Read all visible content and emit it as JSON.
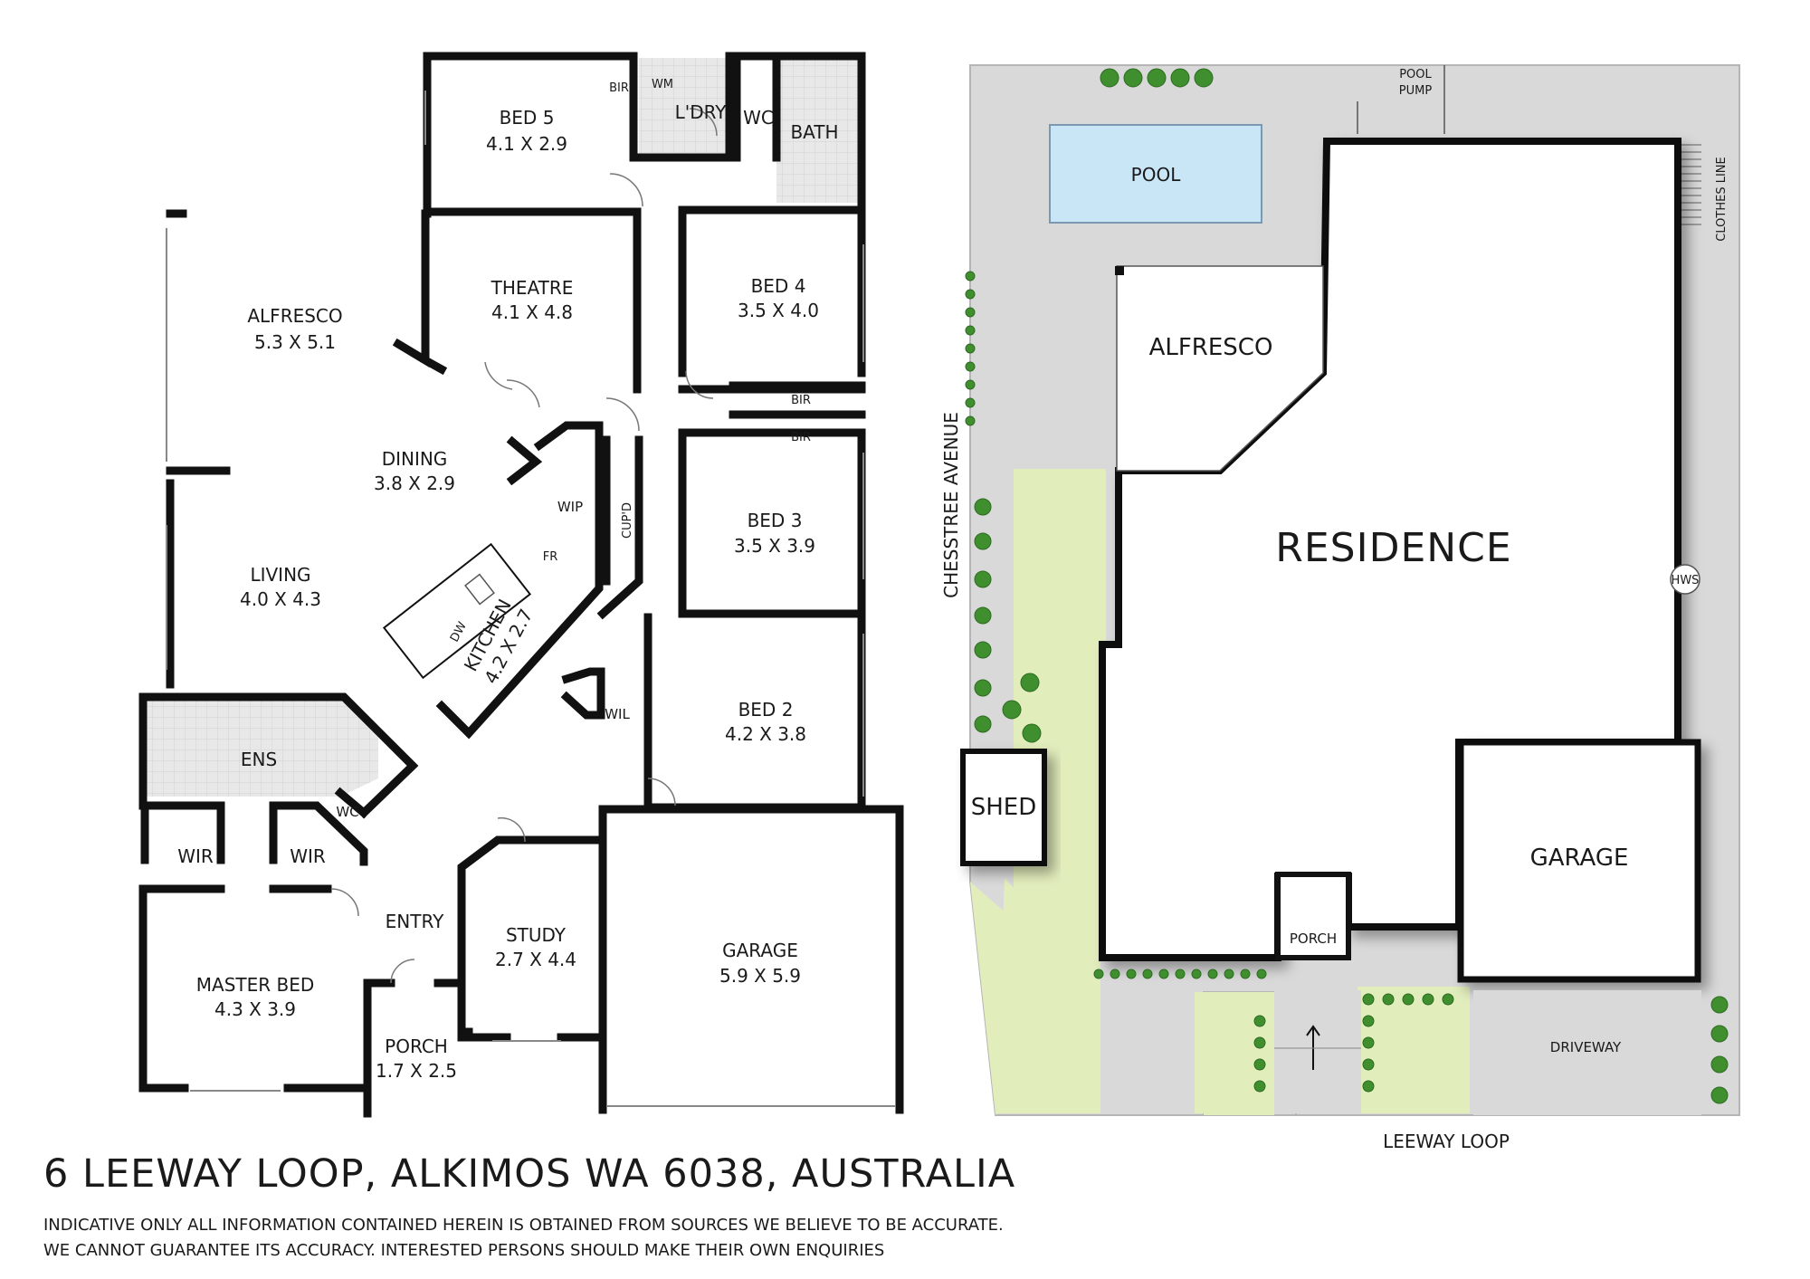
{
  "floor_plan": {
    "rooms": [
      {
        "id": "bed5",
        "label": "BED 5",
        "dims": "4.1 X 2.9"
      },
      {
        "id": "theatre",
        "label": "THEATRE",
        "dims": "4.1 X 4.8"
      },
      {
        "id": "bed4",
        "label": "BED 4",
        "dims": "3.5 X 4.0"
      },
      {
        "id": "alfresco",
        "label": "ALFRESCO",
        "dims": "5.3 X 5.1"
      },
      {
        "id": "dining",
        "label": "DINING",
        "dims": "3.8 X 2.9"
      },
      {
        "id": "living",
        "label": "LIVING",
        "dims": "4.0 X 4.3"
      },
      {
        "id": "bed3",
        "label": "BED 3",
        "dims": "3.5 X 3.9"
      },
      {
        "id": "kitchen",
        "label": "KITCHEN",
        "dims": "4.2 X 2.7"
      },
      {
        "id": "bed2",
        "label": "BED 2",
        "dims": "4.2 X 3.8"
      },
      {
        "id": "study",
        "label": "STUDY",
        "dims": "2.7 X 4.4"
      },
      {
        "id": "garage",
        "label": "GARAGE",
        "dims": "5.9 X 5.9"
      },
      {
        "id": "master",
        "label": "MASTER BED",
        "dims": "4.3 X 3.9"
      },
      {
        "id": "porch",
        "label": "PORCH",
        "dims": "1.7 X 2.5"
      }
    ],
    "small_labels": {
      "bir_bed5": "BIR",
      "wm": "WM",
      "laundry": "L'DRY",
      "wc_top": "WC",
      "bath": "BATH",
      "bir_bed4": "BIR",
      "bir_bed3": "BIR",
      "wip": "WIP",
      "cupd": "CUP'D",
      "fr": "FR",
      "dw": "DW",
      "wil": "WIL",
      "ens": "ENS",
      "wc_ens": "WC",
      "wir_left": "WIR",
      "wir_right": "WIR",
      "entry": "ENTRY"
    }
  },
  "site_plan": {
    "pool": "POOL",
    "pool_pump": [
      "POOL",
      "PUMP"
    ],
    "clothes_line": "CLOTHES LINE",
    "alfresco": "ALFRESCO",
    "residence": "RESIDENCE",
    "hws": "HWS",
    "shed": "SHED",
    "garage": "GARAGE",
    "porch": "PORCH",
    "driveway": "DRIVEWAY",
    "street_bottom": "LEEWAY LOOP",
    "street_side": "CHESSTREE AVENUE"
  },
  "footer": {
    "address": "6 LEEWAY LOOP, ALKIMOS WA 6038, AUSTRALIA",
    "disclaimer_1": "INDICATIVE ONLY ALL INFORMATION CONTAINED HEREIN IS OBTAINED FROM SOURCES WE BELIEVE TO BE ACCURATE.",
    "disclaimer_2": "WE CANNOT GUARANTEE ITS ACCURACY. INTERESTED PERSONS SHOULD MAKE THEIR OWN ENQUIRIES"
  },
  "colors": {
    "wall": "#111111",
    "pool": "#c9e6f7",
    "paving": "#d9d9d9",
    "lawn": "#e2edbc",
    "hedge": "#3f8f2f",
    "wet_area": "#e3e3e3"
  }
}
